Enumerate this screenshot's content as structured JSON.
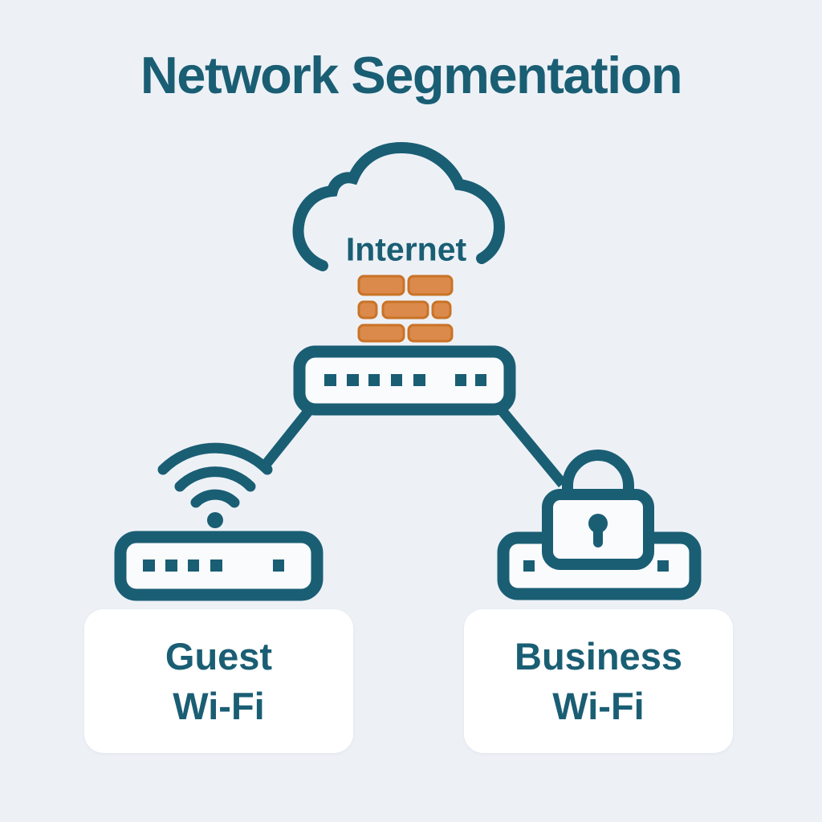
{
  "title": "Network Segmentation",
  "internet": {
    "label": "Internet"
  },
  "nodes": {
    "guest": {
      "line1": "Guest",
      "line2": "Wi-Fi"
    },
    "business": {
      "line1": "Business",
      "line2": "Wi-Fi"
    }
  },
  "icons": {
    "cloud": "internet-cloud-icon",
    "firewall": "firewall-brick-wall-icon",
    "main_router": "router-icon",
    "wifi": "wifi-signal-icon",
    "guest_router": "router-icon",
    "business_router": "router-icon",
    "lock": "padlock-icon"
  },
  "colors": {
    "teal": "#1A5E74",
    "orange": "#DB8A4B",
    "orange_dark": "#C97327",
    "background": "#EDF1F6",
    "card": "#FFFFFF",
    "device_fill": "#F9FBFD"
  }
}
